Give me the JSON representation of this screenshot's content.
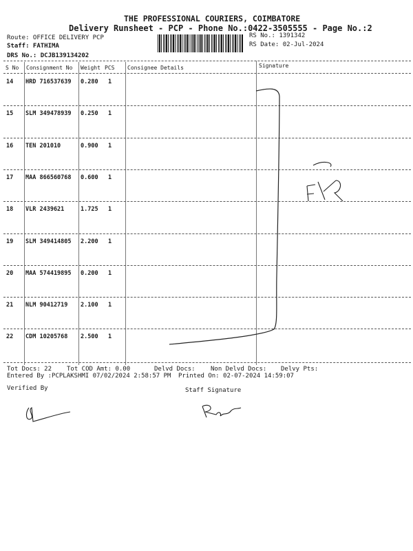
{
  "header": {
    "company": "THE PROFESSIONAL COURIERS, COIMBATORE",
    "subtitle": "Delivery Runsheet - PCP - Phone No.:0422-3505555 - Page No.:2",
    "route": "Route: OFFICE DELIVERY PCP",
    "staff": "Staff: FATHIMA",
    "drs_no": "DRS No.: DCJB139134202",
    "rs_no": "RS No.: 1391342",
    "rs_date": "RS Date: 02-Jul-2024"
  },
  "table": {
    "columns": [
      "S No",
      "Consignment No",
      "Weight",
      "PCS",
      "Consignee Details",
      "Signature"
    ],
    "rows": [
      {
        "sno": "14",
        "consignment": "HRD 716537639",
        "weight": "0.280",
        "pcs": "1"
      },
      {
        "sno": "15",
        "consignment": "SLM 349478939",
        "weight": "0.250",
        "pcs": "1"
      },
      {
        "sno": "16",
        "consignment": "TEN 201010",
        "weight": "0.900",
        "pcs": "1"
      },
      {
        "sno": "17",
        "consignment": "MAA 866560768",
        "weight": "0.600",
        "pcs": "1"
      },
      {
        "sno": "18",
        "consignment": "VLR 2439621",
        "weight": "1.725",
        "pcs": "1"
      },
      {
        "sno": "19",
        "consignment": "SLM 349414805",
        "weight": "2.200",
        "pcs": "1"
      },
      {
        "sno": "20",
        "consignment": "MAA 574419895",
        "weight": "0.200",
        "pcs": "1"
      },
      {
        "sno": "21",
        "consignment": "NLM 90412719",
        "weight": "2.100",
        "pcs": "1"
      },
      {
        "sno": "22",
        "consignment": "CDM 10205768",
        "weight": "2.500",
        "pcs": "1"
      }
    ]
  },
  "footer": {
    "tot_docs": "Tot Docs:  22",
    "tot_cod": "Tot COD Amt:    0.00",
    "delvd_docs": "Delvd Docs:",
    "non_delvd_docs": "Non Delvd Docs:",
    "delvy_pts": "Delvy Pts:",
    "entered_by": "Entered By :PCPLAKSHMI 07/02/2024 2:58:57 PM",
    "printed_on": "Printed On: 02-07-2024 14:59:07",
    "verified_by": "Verified By",
    "staff_signature": "Staff Signature"
  }
}
